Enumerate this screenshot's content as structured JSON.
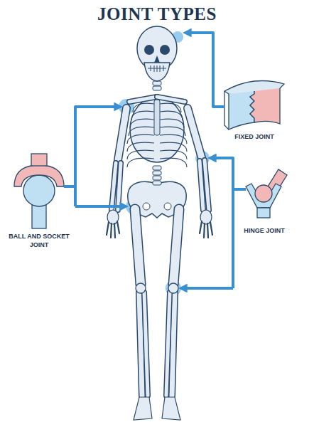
{
  "diagram": {
    "title": "JOINT TYPES",
    "labels": [
      "FIXED JOINT",
      "BALL AND SOCKET JOINT",
      "HINGE JOINT"
    ]
  }
}
